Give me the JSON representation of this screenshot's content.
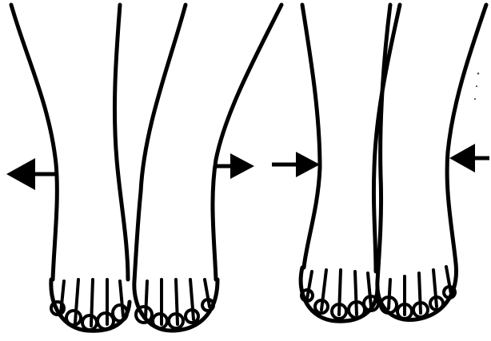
{
  "figure": {
    "panels": [
      {
        "id": "left-pair",
        "feet": [
          "left-foot",
          "right-foot"
        ],
        "arrows": [
          {
            "id": "left",
            "direction": "outward"
          },
          {
            "id": "right",
            "direction": "outward"
          }
        ]
      },
      {
        "id": "right-pair",
        "feet": [
          "left-foot",
          "right-foot"
        ],
        "arrows": [
          {
            "id": "left",
            "direction": "inward"
          },
          {
            "id": "right",
            "direction": "inward"
          }
        ]
      }
    ],
    "colors": {
      "ink": "#000000",
      "paper": "#ffffff"
    }
  }
}
